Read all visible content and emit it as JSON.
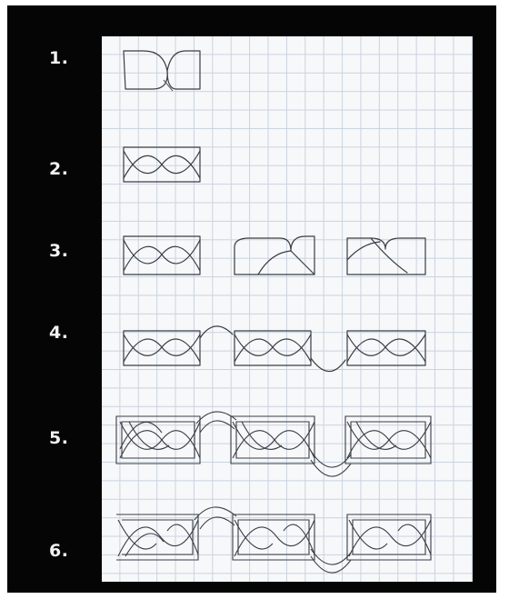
{
  "steps": [
    {
      "label": "1."
    },
    {
      "label": "2."
    },
    {
      "label": "3."
    },
    {
      "label": "4."
    },
    {
      "label": "5."
    },
    {
      "label": "6."
    }
  ],
  "colors": {
    "frame": "#050505",
    "paper": "#f7f8fa",
    "grid": "#c9d3de",
    "ink": "#3a3d44",
    "label": "#f2f2f2"
  }
}
